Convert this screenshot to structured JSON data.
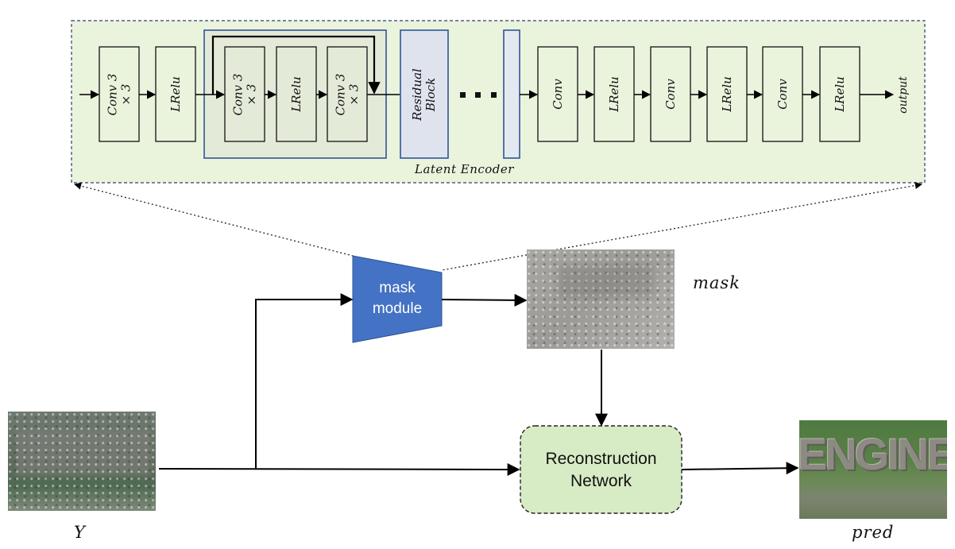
{
  "encoder": {
    "title": "Latent Encoder",
    "blocks": {
      "conv1": "Conv 3\n× 3",
      "lrelu1": "LRelu",
      "res_conv_a": "Conv 3\n× 3",
      "res_lrelu": "LRelu",
      "res_conv_b": "Conv 3\n× 3",
      "residual": "Residual\nBlock",
      "ellipsis": "· · ·",
      "conv2": "Conv",
      "lrelu2": "LRelu",
      "conv3": "Conv",
      "lrelu3": "LRelu",
      "conv4": "Conv",
      "lrelu4": "LRelu"
    },
    "output_label": "output"
  },
  "mask_module": {
    "label_line1": "mask",
    "label_line2": "module"
  },
  "mask_image_label": "mask",
  "reconstruction": {
    "label_line1": "Reconstruction",
    "label_line2": "Network"
  },
  "input_label": "Y",
  "output_image_label": "pred",
  "pred_image_text": "ENGINE",
  "colors": {
    "encoder_bg": "#eaf3dc",
    "encoder_border": "#2f3f6b",
    "residual_border": "#2f5597",
    "residual_fill": "#dfe3ee",
    "mask_module_fill": "#4472c4",
    "recon_fill": "#d7ebc4",
    "arrow": "#000000"
  }
}
